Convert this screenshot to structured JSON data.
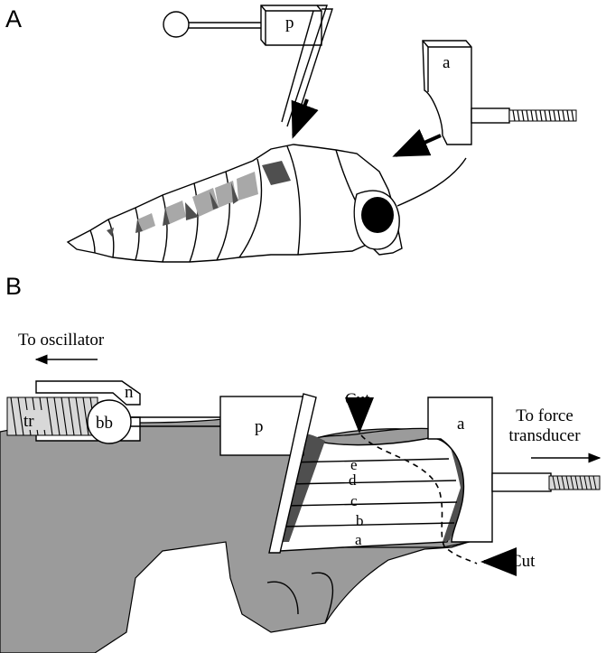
{
  "panels": {
    "a": {
      "letter": "A",
      "clip_p": "p",
      "clip_a": "a"
    },
    "b": {
      "letter": "B",
      "to_oscillator": "To oscillator",
      "to_force_1": "To force",
      "to_force_2": "transducer",
      "cut_top": "Cut",
      "cut_right": "Cut",
      "n": "n",
      "tr": "tr",
      "bb": "bb",
      "clip_p": "p",
      "clip_a": "a",
      "fibers": [
        "e",
        "d",
        "c",
        "b",
        "a"
      ]
    }
  },
  "colors": {
    "tissue": "#9b9b9b",
    "dark_muscle": "#4f4f4f",
    "light_muscle": "#a8a8a8"
  }
}
